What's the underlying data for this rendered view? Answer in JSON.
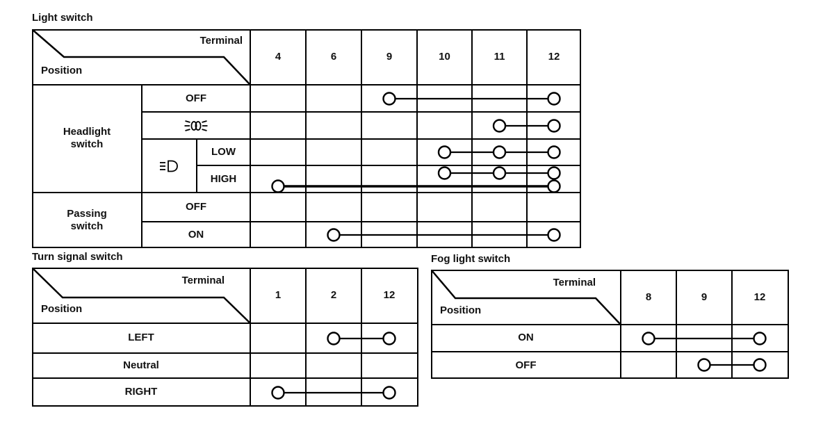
{
  "page": {
    "background": "#ffffff",
    "ink": "#000000"
  },
  "tables": {
    "light": {
      "title": "Light switch",
      "corner": {
        "terminal": "Terminal",
        "position": "Position"
      },
      "terminals": [
        "4",
        "6",
        "9",
        "10",
        "11",
        "12"
      ],
      "groups": {
        "headlight": "Headlight\nswitch",
        "passing": "Passing\nswitch"
      },
      "rows": {
        "off": "OFF",
        "low": "LOW",
        "high": "HIGH",
        "passing_off": "OFF",
        "passing_on": "ON"
      },
      "icons": {
        "parking": "parking-light-icon",
        "headlight": "headlight-beam-icon"
      },
      "connections": [
        {
          "row": "off",
          "terminals": [
            "9",
            "12"
          ]
        },
        {
          "row": "parking",
          "terminals": [
            "11",
            "12"
          ]
        },
        {
          "row": "low",
          "terminals": [
            "10",
            "11",
            "12"
          ]
        },
        {
          "row": "high_a",
          "terminals": [
            "10",
            "11",
            "12"
          ]
        },
        {
          "row": "high_b",
          "terminals": [
            "4",
            "12"
          ],
          "thick": true
        },
        {
          "row": "pass_on",
          "terminals": [
            "6",
            "12"
          ]
        }
      ]
    },
    "turn": {
      "title": "Turn signal switch",
      "corner": {
        "terminal": "Terminal",
        "position": "Position"
      },
      "terminals": [
        "1",
        "2",
        "12"
      ],
      "rows": {
        "left": "LEFT",
        "neutral": "Neutral",
        "right": "RIGHT"
      },
      "connections": [
        {
          "row": "left",
          "terminals": [
            "2",
            "12"
          ]
        },
        {
          "row": "right",
          "terminals": [
            "1",
            "12"
          ]
        }
      ]
    },
    "fog": {
      "title": "Fog light switch",
      "corner": {
        "terminal": "Terminal",
        "position": "Position"
      },
      "terminals": [
        "8",
        "9",
        "12"
      ],
      "rows": {
        "on": "ON",
        "off": "OFF"
      },
      "connections": [
        {
          "row": "on",
          "terminals": [
            "8",
            "12"
          ]
        },
        {
          "row": "off",
          "terminals": [
            "9",
            "12"
          ]
        }
      ]
    }
  }
}
